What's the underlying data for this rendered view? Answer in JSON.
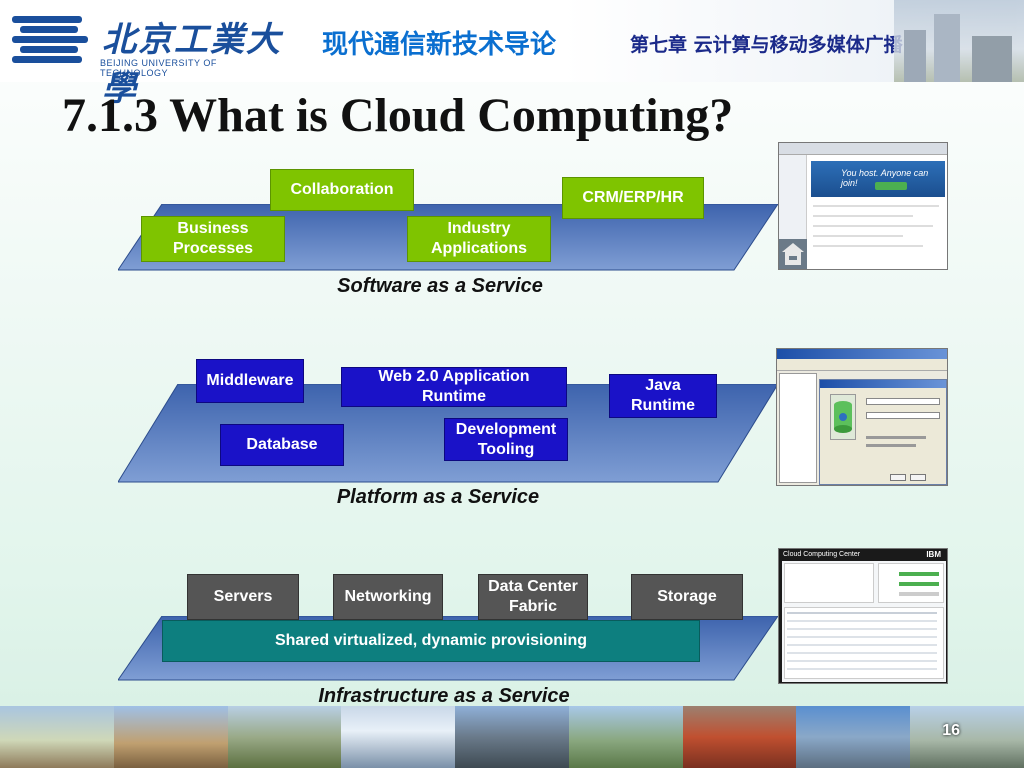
{
  "header": {
    "logo_cn": "北京工業大學",
    "logo_en": "BEIJING UNIVERSITY OF TECHNOLOGY",
    "course_title": "现代通信新技术导论",
    "chapter_title": "第七章 云计算与移动多媒体广播"
  },
  "slide": {
    "title": "7.1.3 What is Cloud Computing?",
    "page_number": "16"
  },
  "saas": {
    "label": "Software as a Service",
    "boxes": {
      "collaboration": "Collaboration",
      "crm": "CRM/ERP/HR",
      "business_1": "Business",
      "business_2": "Processes",
      "industry_1": "Industry",
      "industry_2": "Applications"
    },
    "screenshot_tagline": "You host. Anyone can join!"
  },
  "paas": {
    "label": "Platform as a Service",
    "boxes": {
      "middleware": "Middleware",
      "web_1": "Web 2.0 Application",
      "web_2": "Runtime",
      "java_1": "Java",
      "java_2": "Runtime",
      "database": "Database",
      "dev_1": "Development",
      "dev_2": "Tooling"
    }
  },
  "iaas": {
    "label": "Infrastructure as a Service",
    "boxes": {
      "servers": "Servers",
      "networking": "Networking",
      "dc_1": "Data Center",
      "dc_2": "Fabric",
      "storage": "Storage",
      "shared": "Shared virtualized, dynamic provisioning"
    },
    "screenshot_title": "Cloud Computing Center",
    "screenshot_brand": "IBM"
  },
  "colors": {
    "saas_box": "#7fc400",
    "paas_box": "#1a12c8",
    "iaas_box": "#555555",
    "iaas_shared": "#0d7f7f",
    "plane": "#5a7fc0",
    "title_blue": "#0a6fd0"
  }
}
